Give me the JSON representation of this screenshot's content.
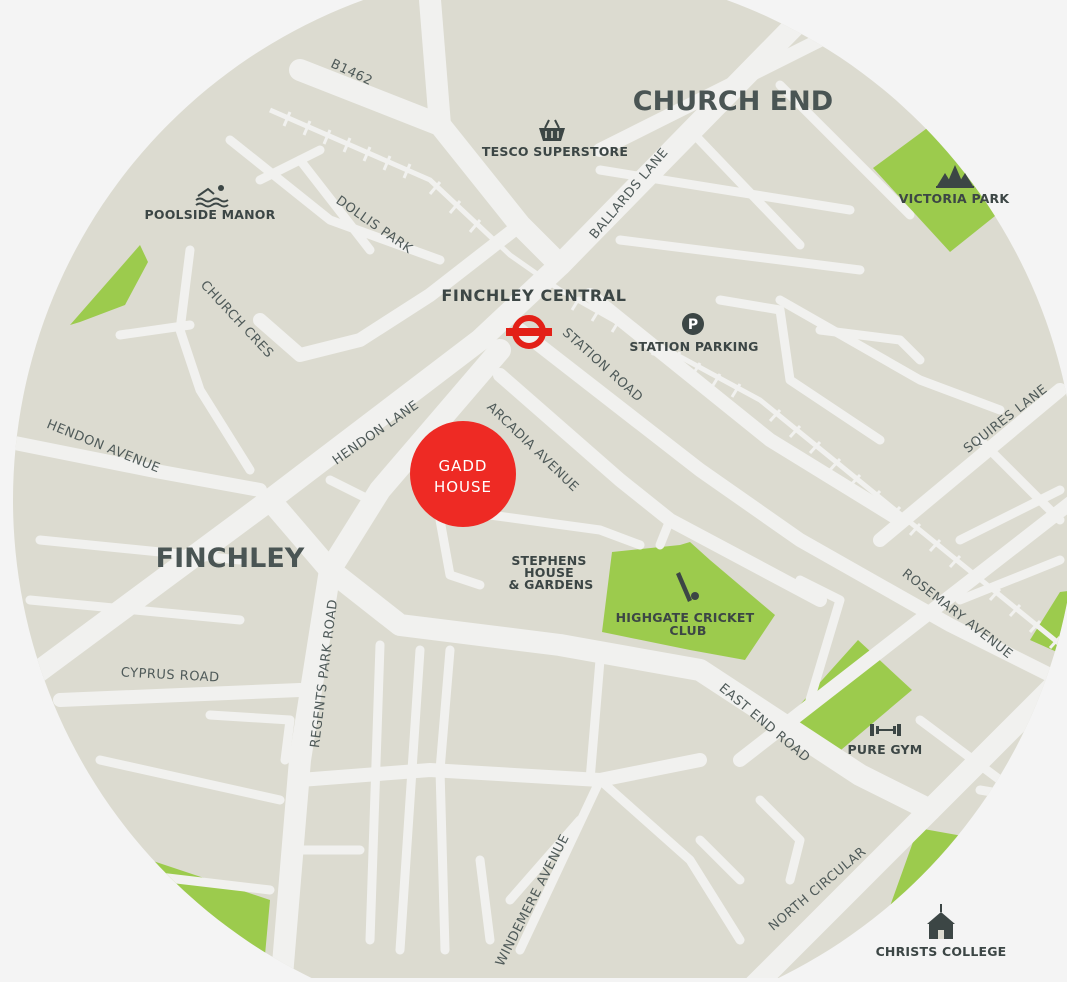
{
  "map": {
    "areas": {
      "church_end": "CHURCH END",
      "finchley": "FINCHLEY"
    },
    "streets": {
      "b1462": "B1462",
      "ballards_lane": "BALLARDS LANE",
      "dollis_park": "DOLLIS PARK",
      "church_cres": "CHURCH CRES",
      "hendon_lane": "HENDON LANE",
      "hendon_avenue": "HENDON AVENUE",
      "station_road": "STATION ROAD",
      "arcadia_avenue": "ARCADIA AVENUE",
      "squires_lane": "SQUIRES LANE",
      "rosemary_avenue": "ROSEMARY AVENUE",
      "east_end_road": "EAST END ROAD",
      "regents_park_road": "REGENTS PARK ROAD",
      "cyprus_road": "CYPRUS ROAD",
      "windermere_avenue": "WINDEMERE AVENUE",
      "north_circular": "NORTH CIRCULAR"
    },
    "pois": {
      "tesco": "TESCO SUPERSTORE",
      "poolside": "POOLSIDE MANOR",
      "victoria_park": "VICTORIA PARK",
      "station": "FINCHLEY CENTRAL",
      "parking": "STATION PARKING",
      "stephens_1": "STEPHENS",
      "stephens_2": "HOUSE",
      "stephens_3": "& GARDENS",
      "cricket_1": "HIGHGATE CRICKET",
      "cricket_2": "CLUB",
      "gym": "PURE GYM",
      "christs": "CHRISTS COLLEGE"
    },
    "marker": {
      "line1": "GADD",
      "line2": "HOUSE"
    },
    "icons": {
      "tesco": "shopping-basket-icon",
      "poolside": "swimmer-icon",
      "victoria_park": "trees-icon",
      "station": "underground-roundel-icon",
      "parking": "parking-icon",
      "cricket": "cricket-bat-icon",
      "gym": "dumbbell-icon",
      "christs": "school-icon"
    },
    "colors": {
      "land": "#dcdbd0",
      "road": "#f1f1ef",
      "park": "#9ccb4d",
      "marker": "#ee2a24",
      "underground": "#e32017",
      "text": "#4a5554",
      "background": "#f4f4f4"
    }
  }
}
